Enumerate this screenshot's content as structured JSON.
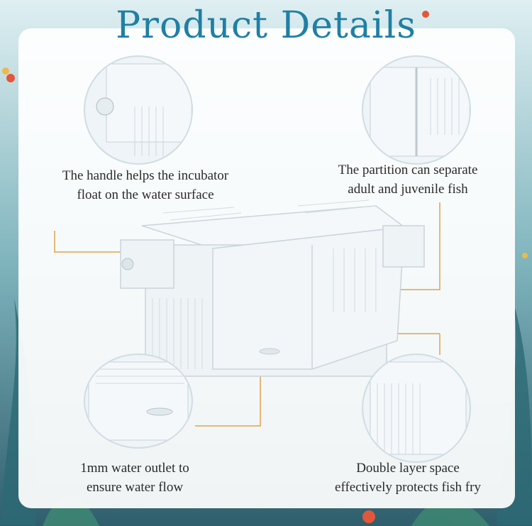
{
  "title": "Product Details",
  "features": [
    {
      "line1": "The handle helps the incubator",
      "line2": "float on the water surface"
    },
    {
      "line1": "The partition can separate",
      "line2": "adult and juvenile fish"
    },
    {
      "line1": "1mm water outlet to",
      "line2": "ensure water flow"
    },
    {
      "line1": "Double layer space",
      "line2": "effectively protects fish fry"
    }
  ],
  "colors": {
    "title": "#1f7fa5",
    "leader": "#e0a34a",
    "panel": "#ffffff"
  }
}
